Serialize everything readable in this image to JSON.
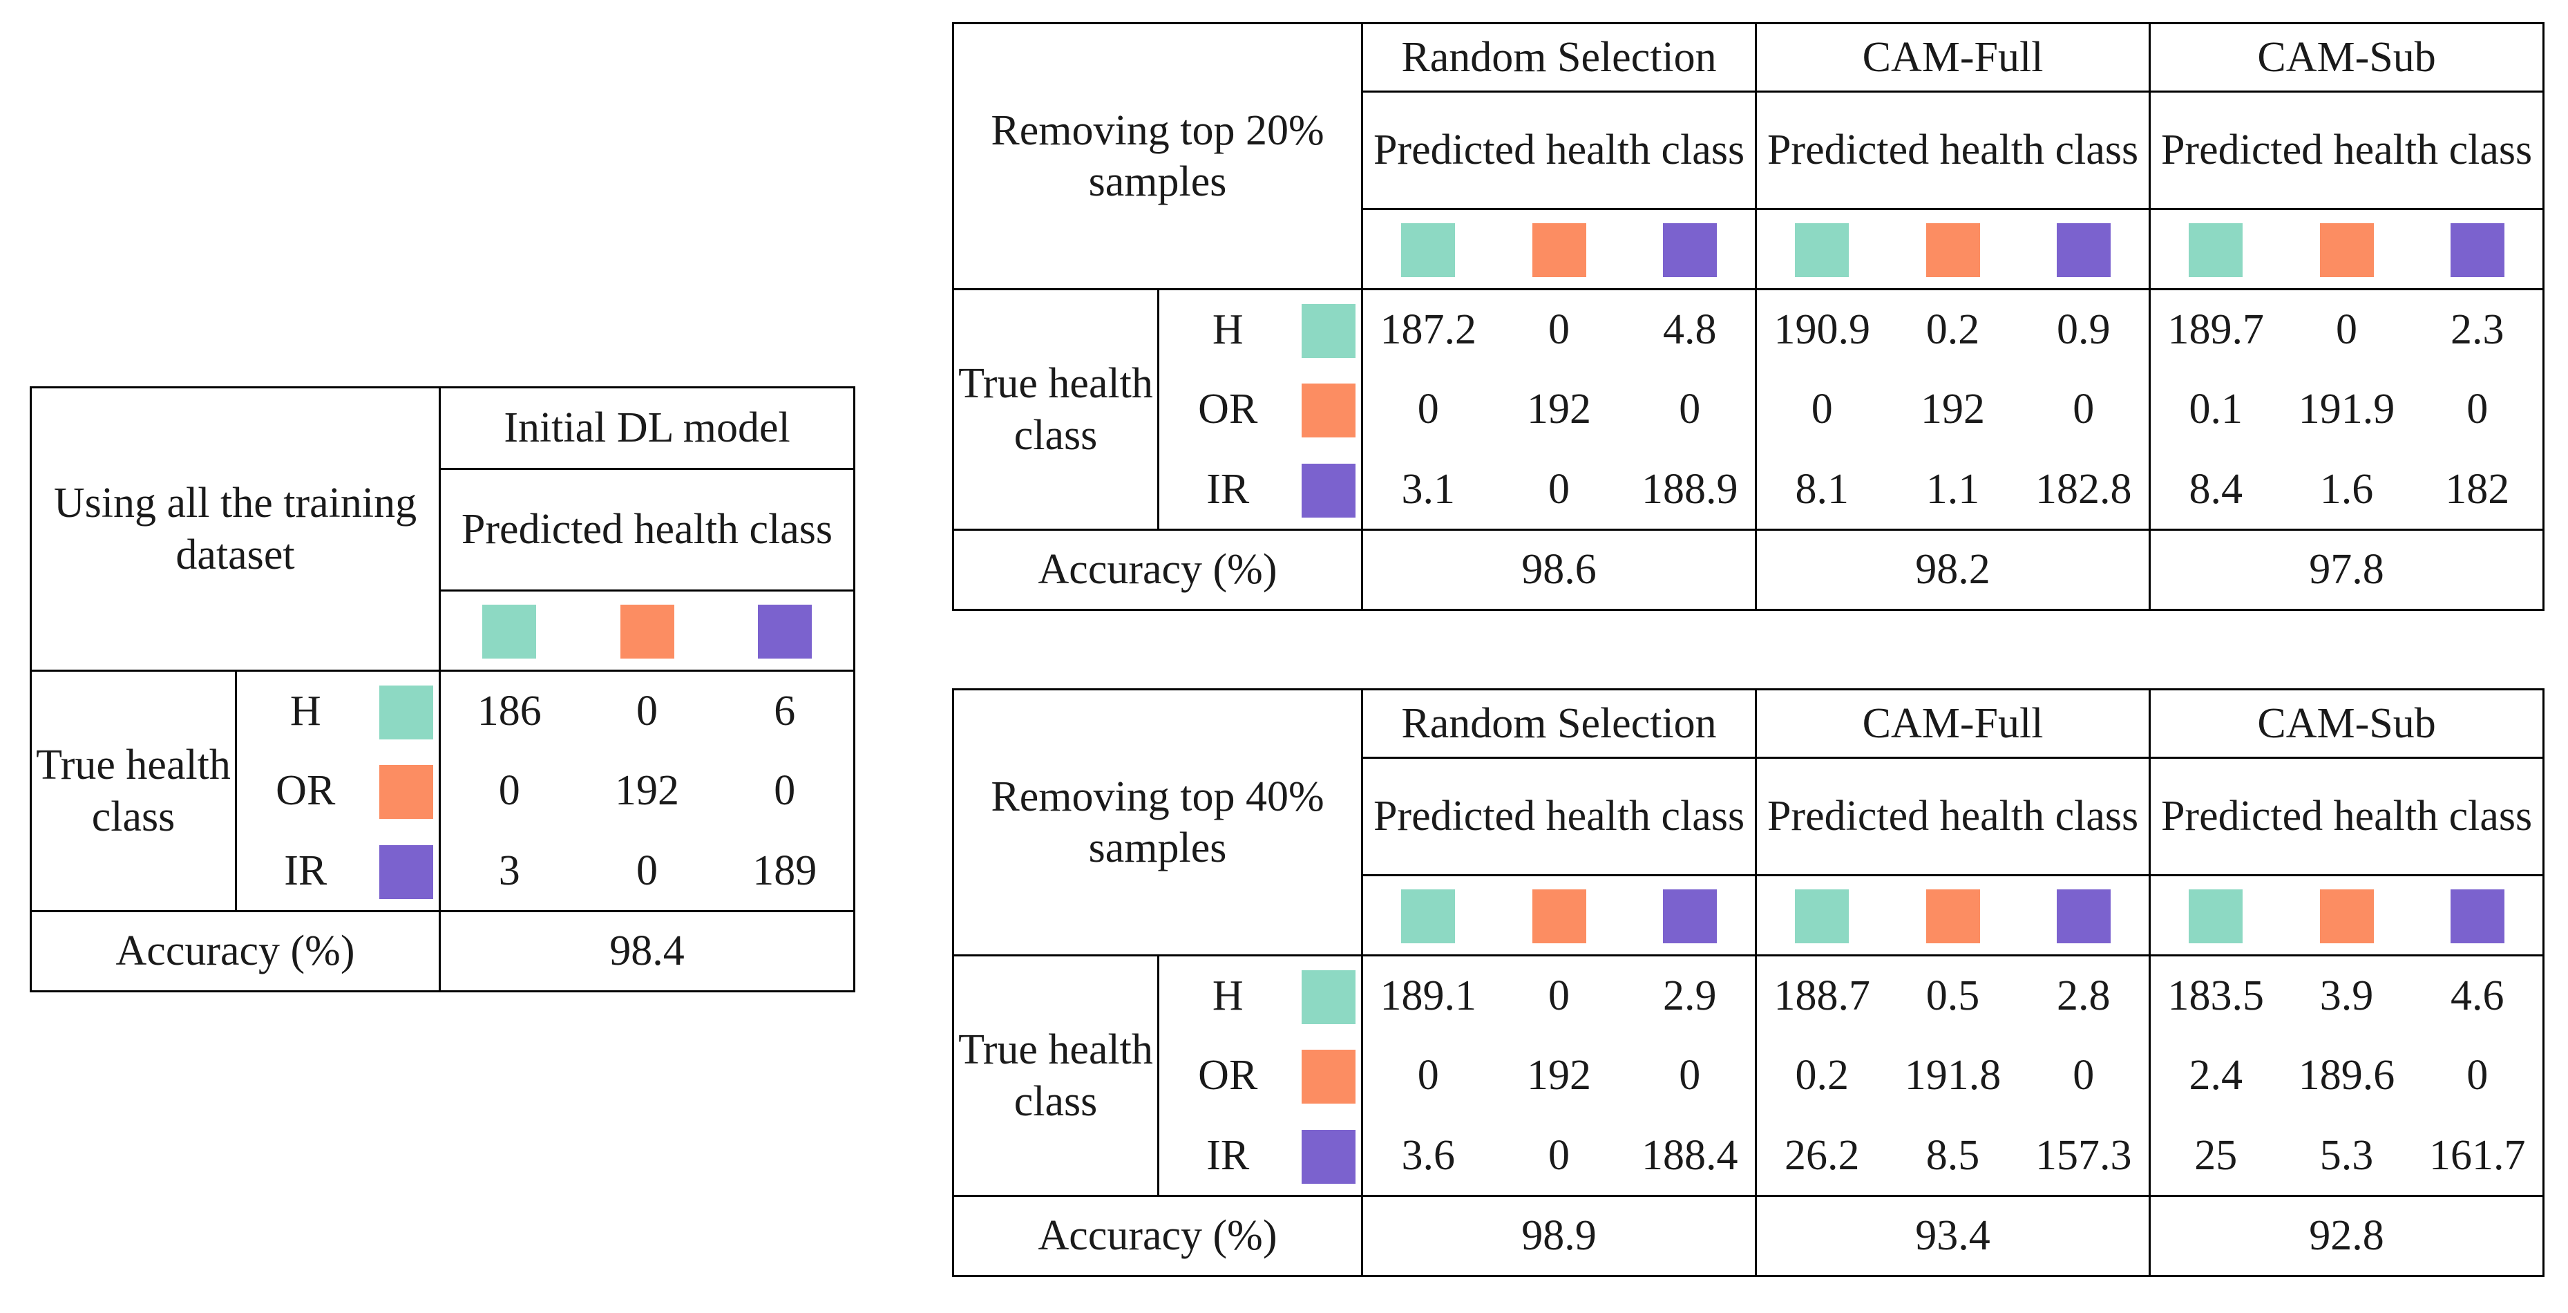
{
  "colors": {
    "H": "#8dd9c3",
    "OR": "#fc8d62",
    "IR": "#7b62ce"
  },
  "class_labels": [
    "H",
    "OR",
    "IR"
  ],
  "true_class_label": "True health class",
  "predicted_label": "Predicted health class",
  "accuracy_label": "Accuracy (%)",
  "initial": {
    "corner_label": "Using all the training dataset",
    "model": "Initial DL model",
    "matrix": [
      [
        "186",
        "0",
        "6"
      ],
      [
        "0",
        "192",
        "0"
      ],
      [
        "3",
        "0",
        "189"
      ]
    ],
    "accuracy": "98.4"
  },
  "top20": {
    "corner_label": "Removing top 20% samples",
    "methods": [
      {
        "name": "Random Selection",
        "matrix": [
          [
            "187.2",
            "0",
            "4.8"
          ],
          [
            "0",
            "192",
            "0"
          ],
          [
            "3.1",
            "0",
            "188.9"
          ]
        ],
        "accuracy": "98.6"
      },
      {
        "name": "CAM-Full",
        "matrix": [
          [
            "190.9",
            "0.2",
            "0.9"
          ],
          [
            "0",
            "192",
            "0"
          ],
          [
            "8.1",
            "1.1",
            "182.8"
          ]
        ],
        "accuracy": "98.2"
      },
      {
        "name": "CAM-Sub",
        "matrix": [
          [
            "189.7",
            "0",
            "2.3"
          ],
          [
            "0.1",
            "191.9",
            "0"
          ],
          [
            "8.4",
            "1.6",
            "182"
          ]
        ],
        "accuracy": "97.8"
      }
    ]
  },
  "top40": {
    "corner_label": "Removing top 40% samples",
    "methods": [
      {
        "name": "Random Selection",
        "matrix": [
          [
            "189.1",
            "0",
            "2.9"
          ],
          [
            "0",
            "192",
            "0"
          ],
          [
            "3.6",
            "0",
            "188.4"
          ]
        ],
        "accuracy": "98.9"
      },
      {
        "name": "CAM-Full",
        "matrix": [
          [
            "188.7",
            "0.5",
            "2.8"
          ],
          [
            "0.2",
            "191.8",
            "0"
          ],
          [
            "26.2",
            "8.5",
            "157.3"
          ]
        ],
        "accuracy": "93.4"
      },
      {
        "name": "CAM-Sub",
        "matrix": [
          [
            "183.5",
            "3.9",
            "4.6"
          ],
          [
            "2.4",
            "189.6",
            "0"
          ],
          [
            "25",
            "5.3",
            "161.7"
          ]
        ],
        "accuracy": "92.8"
      }
    ]
  }
}
